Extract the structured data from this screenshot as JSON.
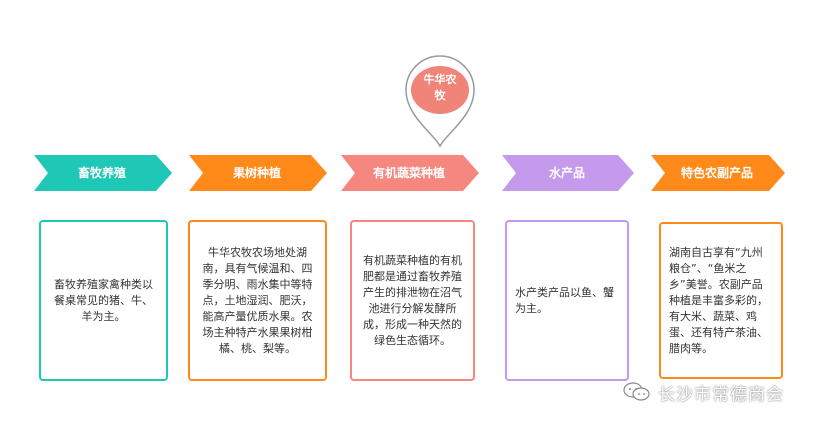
{
  "center": {
    "label_line1": "牛华农",
    "label_line2": "牧",
    "color": "#f08478"
  },
  "stages": [
    {
      "title": "畜牧养殖",
      "color": "#1fc7b6",
      "description": "畜牧养殖家禽种类以餐桌常见的猪、牛、羊为主。"
    },
    {
      "title": "果树种植",
      "color": "#ff8a1a",
      "description": "牛华农牧农场地处湖南，具有气候温和、四季分明、雨水集中等特点，土地湿润、肥沃，能高产量优质水果。农场主种特产水果果树柑橘、桃、梨等。"
    },
    {
      "title": "有机蔬菜种植",
      "color": "#f5877f",
      "description": "有机蔬菜种植的有机肥都是通过畜牧养殖产生的排泄物在沼气池进行分解发酵所成，形成一种天然的绿色生态循环。"
    },
    {
      "title": "水产品",
      "color": "#c59aec",
      "description": "水产类产品以鱼、蟹为主。"
    },
    {
      "title": "特色农副产品",
      "color": "#ff8a1a",
      "description": "湖南自古享有“九州粮仓”、“鱼米之乡”美誉。农副产品种植是丰富多彩的，有大米、蔬菜、鸡蛋、还有特产茶油、腊肉等。"
    }
  ],
  "watermark": {
    "text": "长沙市常德商会",
    "icon": "wechat-icon"
  }
}
